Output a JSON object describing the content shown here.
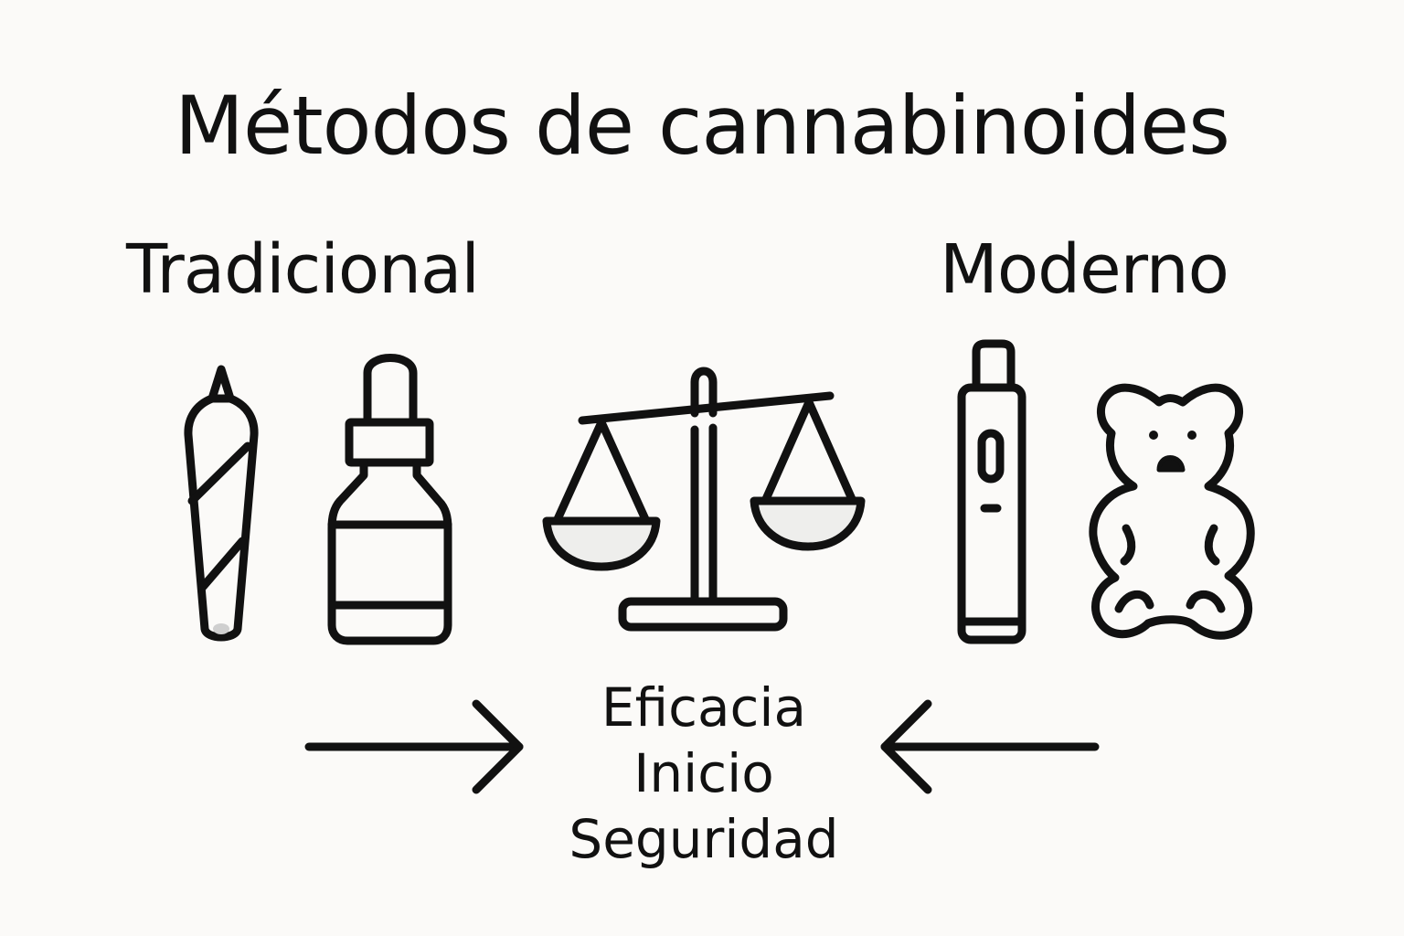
{
  "title": "Métodos de cannabinoides",
  "traditional": {
    "heading": "Tradicional",
    "icons": [
      "joint-icon",
      "dropper-bottle-icon"
    ]
  },
  "modern": {
    "heading": "Moderno",
    "icons": [
      "vape-pen-icon",
      "gummy-bear-icon"
    ]
  },
  "center_icon": "balance-scale-icon",
  "criteria": [
    "Eficacia",
    "Inicio",
    "Seguridad"
  ],
  "arrows": [
    "arrow-right-icon",
    "arrow-left-icon"
  ],
  "colors": {
    "background": "#fbfaf8",
    "stroke": "#111111",
    "pan_fill": "#eeeeec"
  }
}
